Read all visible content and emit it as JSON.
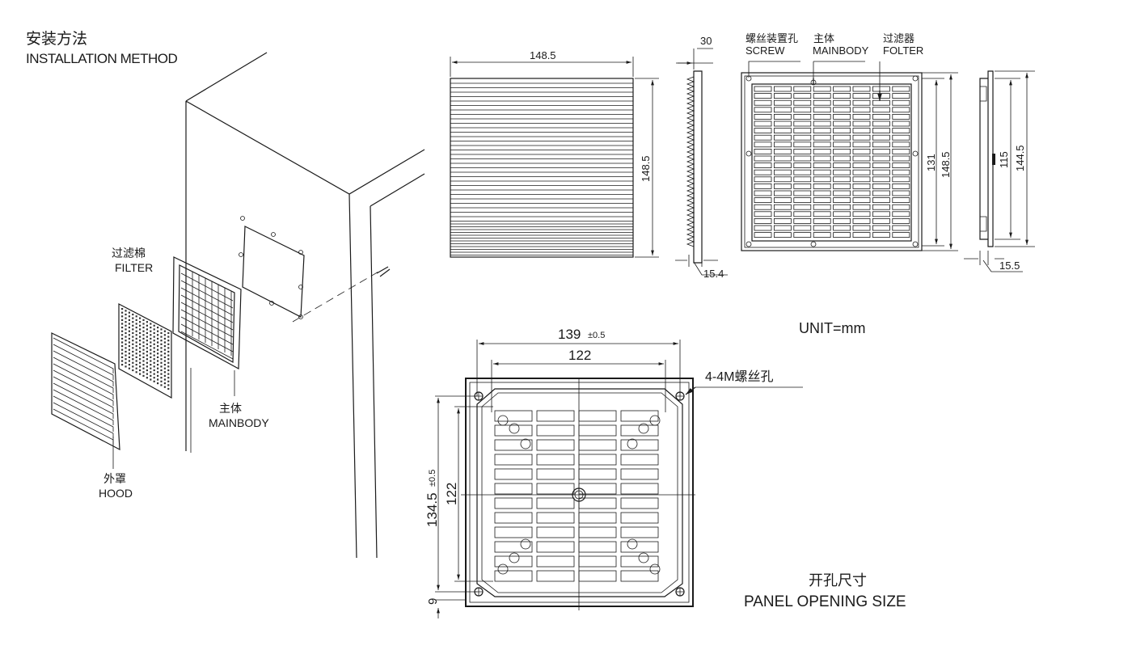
{
  "installation": {
    "title_cn": "安装方法",
    "title_en": "INSTALLATION METHOD",
    "filter_cn": "过滤棉",
    "filter_en": "FILTER",
    "mainbody_cn": "主体",
    "mainbody_en": "MAINBODY",
    "hood_cn": "外罩",
    "hood_en": "HOOD"
  },
  "front_view": {
    "width": "148.5",
    "height": "148.5"
  },
  "side_view": {
    "top": "30",
    "depth": "15.4"
  },
  "back_view": {
    "screw_cn": "螺丝装置孔",
    "screw_en": "SCREW",
    "mainbody_cn": "主体",
    "mainbody_en": "MAINBODY",
    "filter_cn": "过滤器",
    "filter_en": "FOLTER",
    "inner": "131",
    "outer": "148.5"
  },
  "side_view_2": {
    "inner": "115",
    "outer": "144.5",
    "depth": "15.5"
  },
  "unit": "UNIT=mm",
  "panel": {
    "width_outer": "139",
    "width_tol": "±0.5",
    "width_inner": "122",
    "height_outer": "134.5",
    "height_tol": "±0.5",
    "height_inner": "122",
    "offset": "9",
    "screw_holes": "4-4M螺丝孔",
    "title_cn": "开孔尺寸",
    "title_en": "PANEL OPENING SIZE"
  }
}
